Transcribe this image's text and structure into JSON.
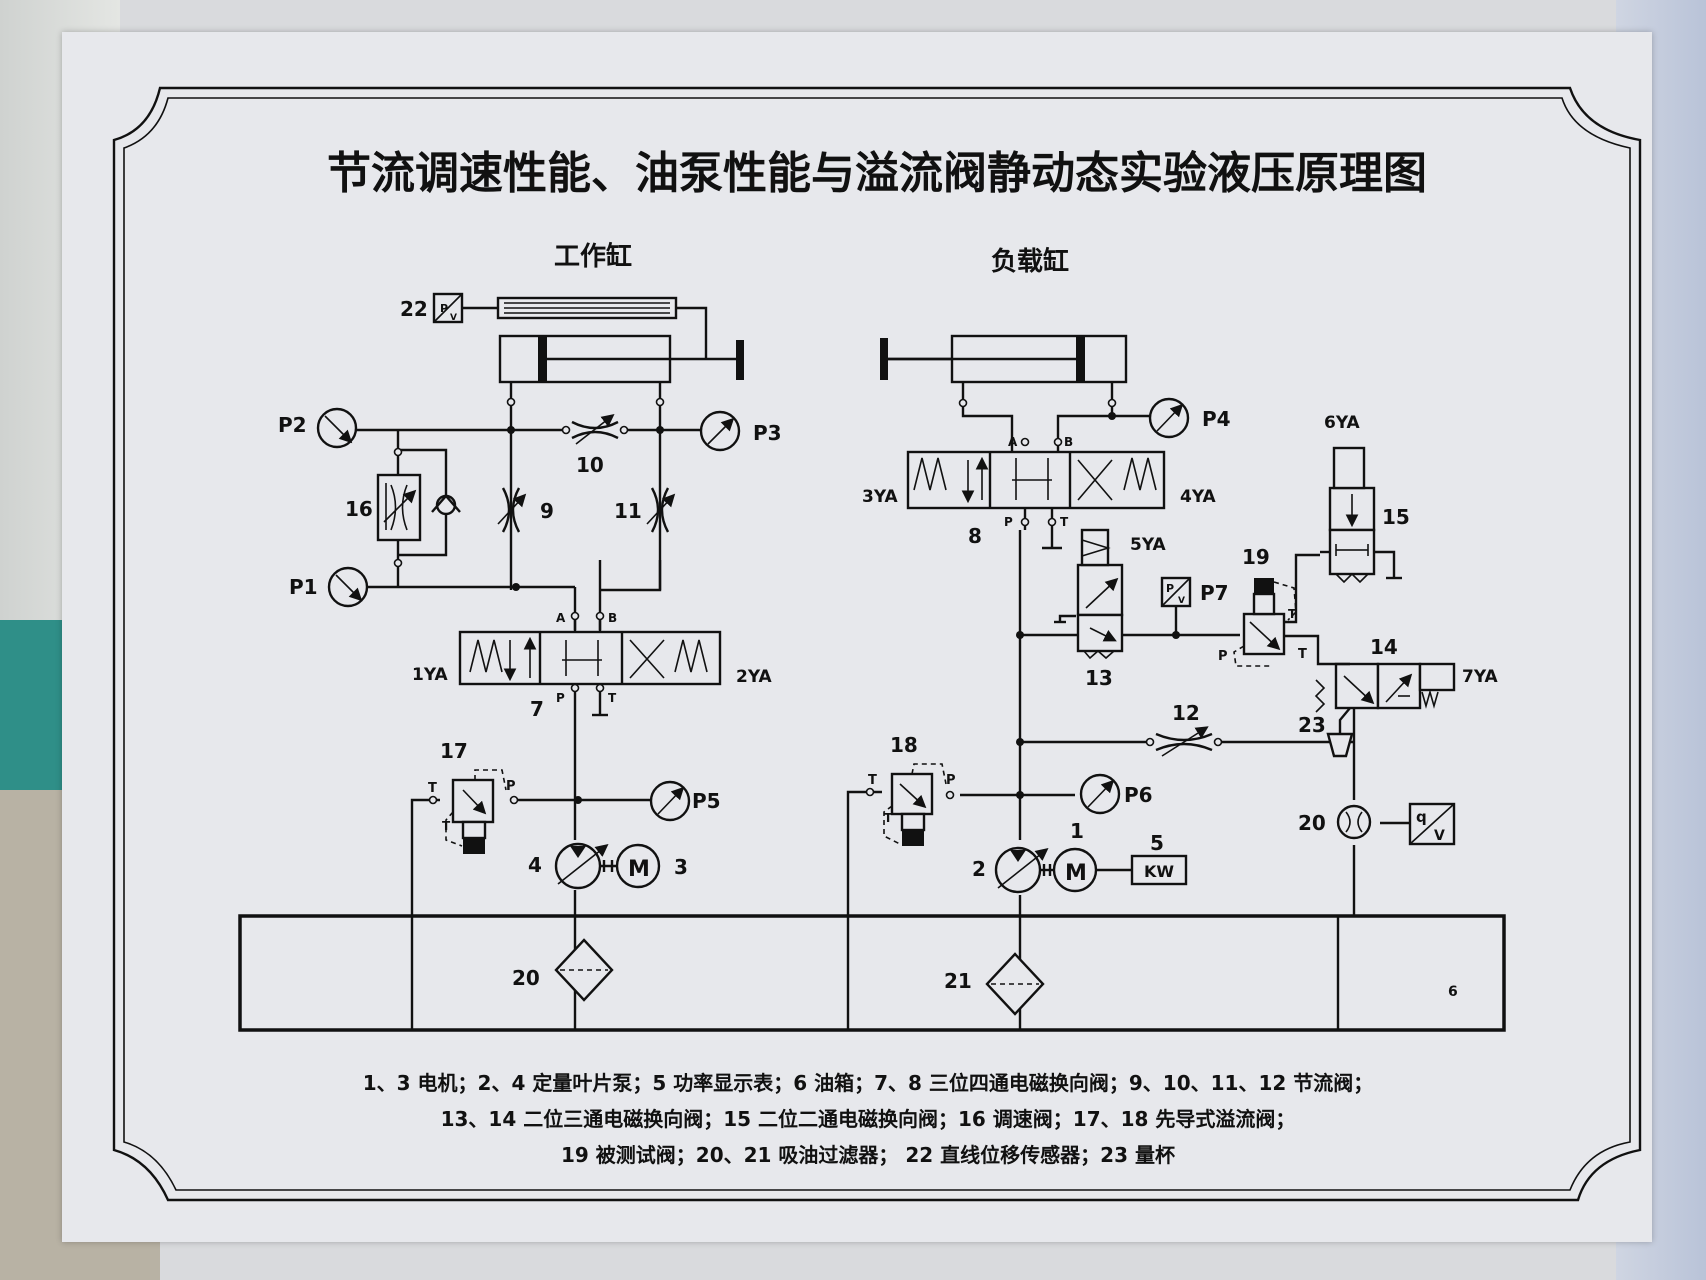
{
  "title": "节流调速性能、油泵性能与溢流阀静动态实验液压原理图",
  "section_labels": {
    "work_cylinder": "工作缸",
    "load_cylinder": "负载缸"
  },
  "components": {
    "n1": "1",
    "n2": "2",
    "n3": "3",
    "n4": "4",
    "n5": "5",
    "n6": "6",
    "n7": "7",
    "n8": "8",
    "n9": "9",
    "n10": "10",
    "n11": "11",
    "n12": "12",
    "n13": "13",
    "n14": "14",
    "n15": "15",
    "n16": "16",
    "n17": "17",
    "n18": "18",
    "n19": "19",
    "n20a": "20",
    "n20b": "20",
    "n21": "21",
    "n22": "22",
    "n23": "23"
  },
  "gauges": {
    "p1": "P1",
    "p2": "P2",
    "p3": "P3",
    "p4": "P4",
    "p5": "P5",
    "p6": "P6",
    "p7": "P7"
  },
  "solenoids": {
    "s1": "1YA",
    "s2": "2YA",
    "s3": "3YA",
    "s4": "4YA",
    "s5": "5YA",
    "s6": "6YA",
    "s7": "7YA"
  },
  "ports": {
    "a": "A",
    "b": "B",
    "p": "P",
    "t": "T"
  },
  "symbols": {
    "motor": "M",
    "power_meter": "KW",
    "flow_sensor_q": "q",
    "sensor_v": "V",
    "pressure_sensor_p": "P"
  },
  "legend": {
    "line1": "1、3 电机；2、4 定量叶片泵；5 功率显示表；6 油箱；7、8 三位四通电磁换向阀；9、10、11、12 节流阀；",
    "line2": "13、14 二位三通电磁换向阀；15 二位二通电磁换向阀；16 调速阀；17、18 先导式溢流阀；",
    "line3": "19 被测试阀；20、21 吸油过滤器；  22 直线位移传感器；23 量杯"
  }
}
